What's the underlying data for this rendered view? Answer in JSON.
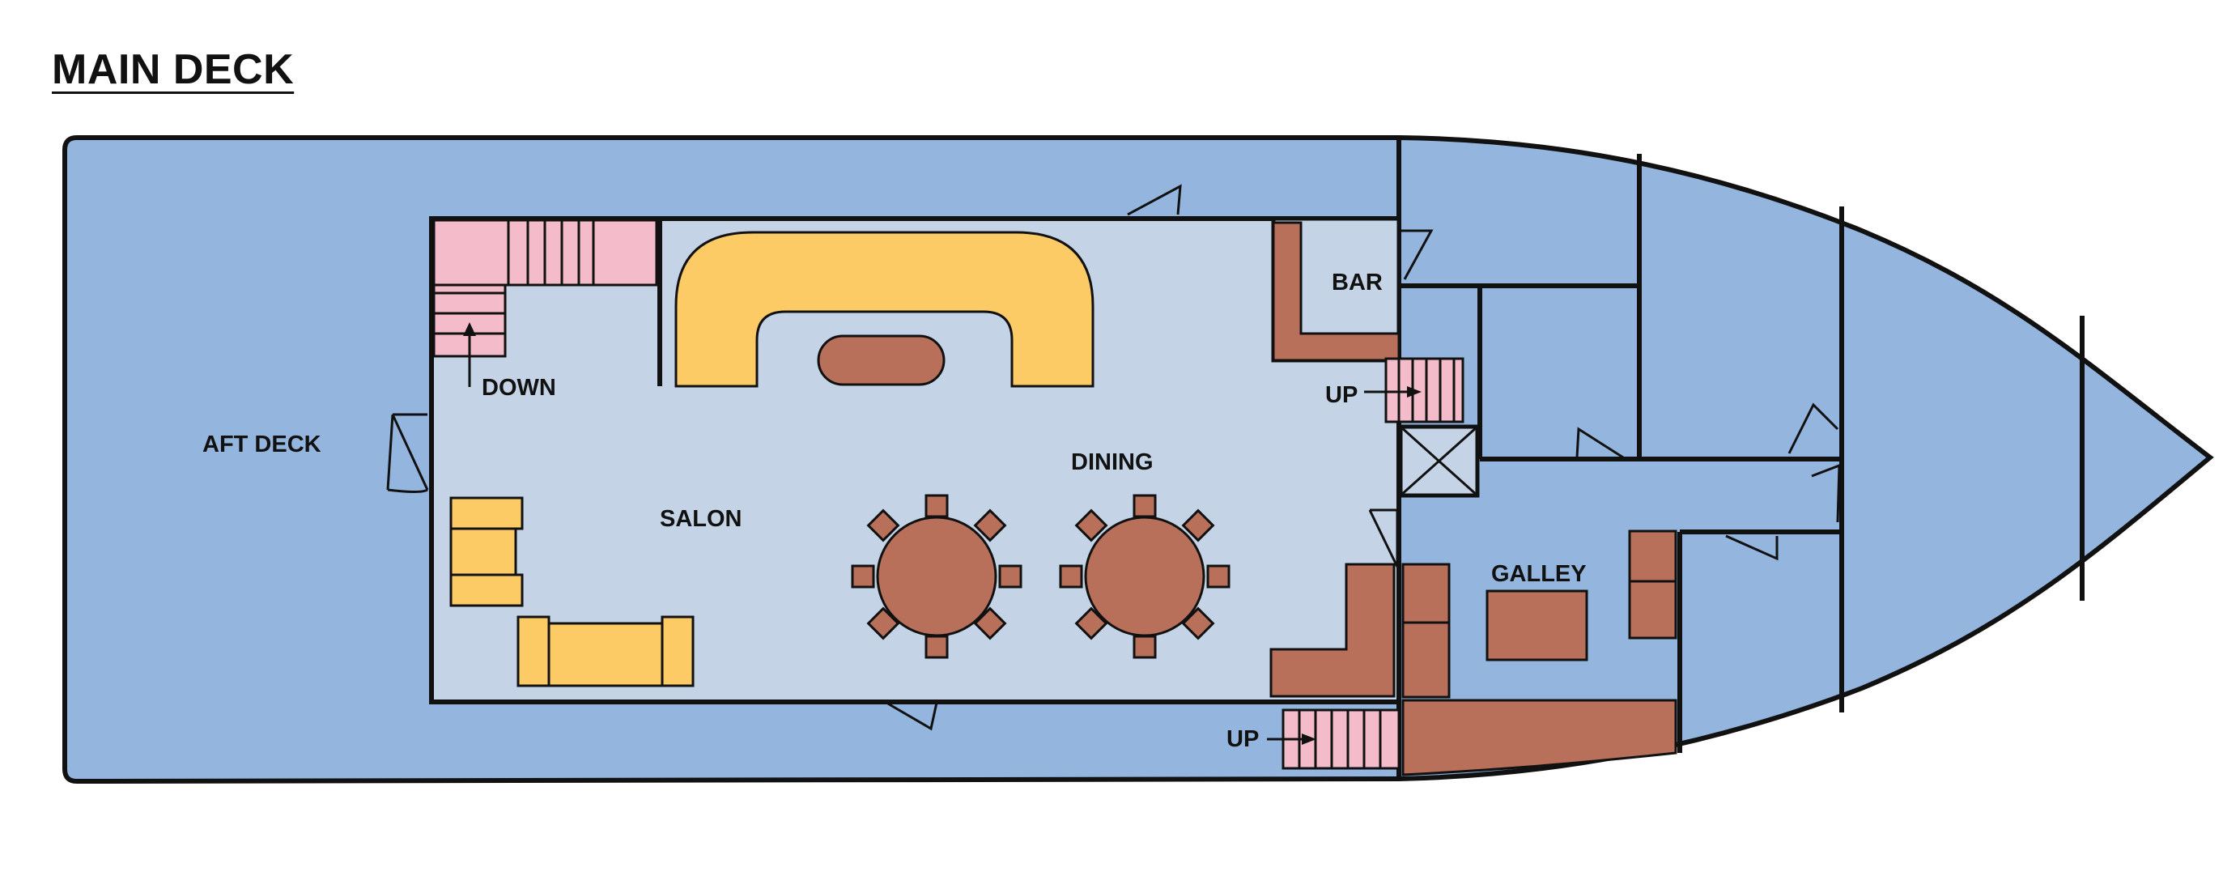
{
  "title": "MAIN DECK",
  "colors": {
    "deck_blue": "#94b6de",
    "interior": "#c4d4e6",
    "stairs_pink": "#f4bccb",
    "sofa_yellow": "#fdcb66",
    "wood_brown": "#b8705a",
    "outline": "#111111"
  },
  "labels": {
    "aft_deck": "AFT DECK",
    "salon": "SALON",
    "dining": "DINING",
    "bar": "BAR",
    "galley": "GALLEY",
    "down": "DOWN",
    "up_bar": "UP",
    "up_lower": "UP"
  }
}
